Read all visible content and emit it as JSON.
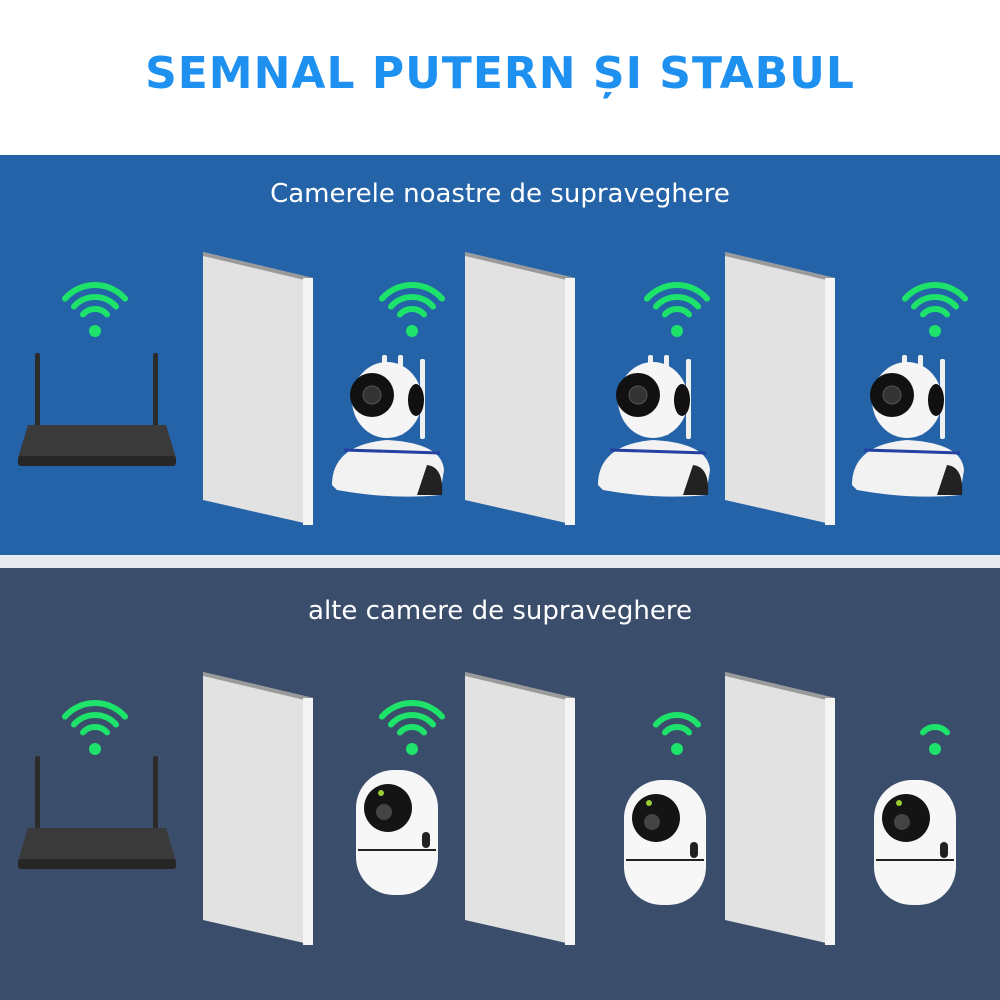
{
  "title": "SEMNAL PUTERN ȘI STABUL",
  "colors": {
    "title": "#1e90f0",
    "panel_top": "#2563a8",
    "panel_bottom": "#3a4e6c",
    "wifi": "#1de36a"
  },
  "panels": [
    {
      "label": "Camerele noastre de supraveghere",
      "camera_type": "antenna-camera",
      "signal_bars": [
        3,
        3,
        3,
        3
      ]
    },
    {
      "label": "alte camere de supraveghere",
      "camera_type": "dome-camera",
      "signal_bars": [
        3,
        3,
        2,
        1
      ]
    }
  ]
}
